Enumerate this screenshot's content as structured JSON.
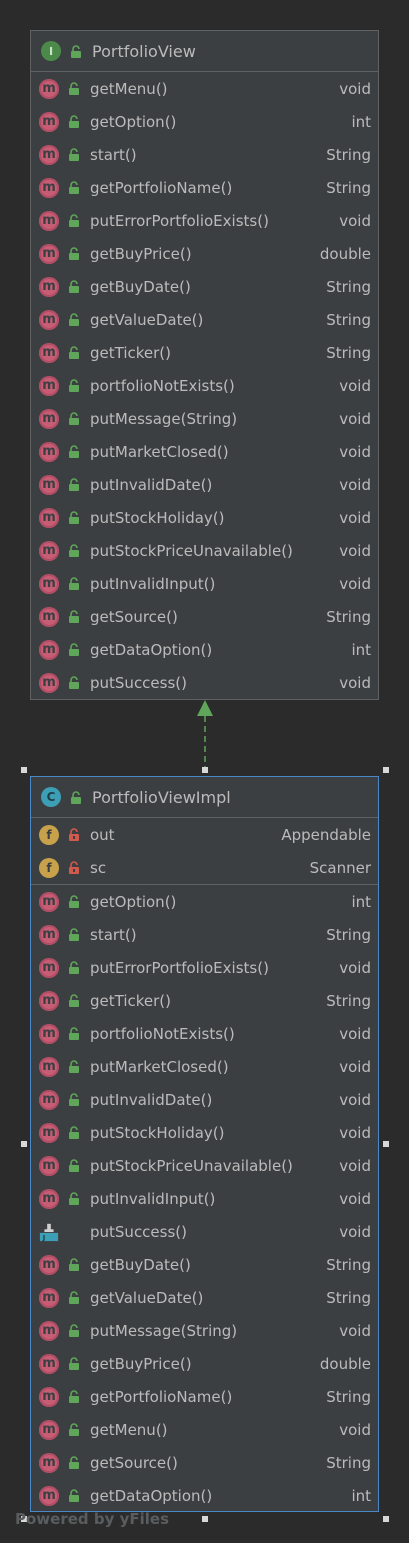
{
  "interface_box": {
    "kind_letter": "I",
    "title": "PortfolioView",
    "methods": [
      {
        "name": "getMenu()",
        "type": "void"
      },
      {
        "name": "getOption()",
        "type": "int"
      },
      {
        "name": "start()",
        "type": "String"
      },
      {
        "name": "getPortfolioName()",
        "type": "String"
      },
      {
        "name": "putErrorPortfolioExists()",
        "type": "void"
      },
      {
        "name": "getBuyPrice()",
        "type": "double"
      },
      {
        "name": "getBuyDate()",
        "type": "String"
      },
      {
        "name": "getValueDate()",
        "type": "String"
      },
      {
        "name": "getTicker()",
        "type": "String"
      },
      {
        "name": "portfolioNotExists()",
        "type": "void"
      },
      {
        "name": "putMessage(String)",
        "type": "void"
      },
      {
        "name": "putMarketClosed()",
        "type": "void"
      },
      {
        "name": "putInvalidDate()",
        "type": "void"
      },
      {
        "name": "putStockHoliday()",
        "type": "void"
      },
      {
        "name": "putStockPriceUnavailable()",
        "type": "void"
      },
      {
        "name": "putInvalidInput()",
        "type": "void"
      },
      {
        "name": "getSource()",
        "type": "String"
      },
      {
        "name": "getDataOption()",
        "type": "int"
      },
      {
        "name": "putSuccess()",
        "type": "void"
      }
    ]
  },
  "class_box": {
    "kind_letter": "C",
    "title": "PortfolioViewImpl",
    "fields": [
      {
        "name": "out",
        "type": "Appendable"
      },
      {
        "name": "sc",
        "type": "Scanner"
      }
    ],
    "methods": [
      {
        "name": "getOption()",
        "type": "int",
        "icon": "method-icon"
      },
      {
        "name": "start()",
        "type": "String",
        "icon": "method-icon"
      },
      {
        "name": "putErrorPortfolioExists()",
        "type": "void",
        "icon": "method-icon"
      },
      {
        "name": "getTicker()",
        "type": "String",
        "icon": "method-icon"
      },
      {
        "name": "portfolioNotExists()",
        "type": "void",
        "icon": "method-icon"
      },
      {
        "name": "putMarketClosed()",
        "type": "void",
        "icon": "method-icon"
      },
      {
        "name": "putInvalidDate()",
        "type": "void",
        "icon": "method-icon"
      },
      {
        "name": "putStockHoliday()",
        "type": "void",
        "icon": "method-icon"
      },
      {
        "name": "putStockPriceUnavailable()",
        "type": "void",
        "icon": "method-icon"
      },
      {
        "name": "putInvalidInput()",
        "type": "void",
        "icon": "method-icon"
      },
      {
        "name": "putSuccess()",
        "type": "void",
        "icon": "test-method-icon"
      },
      {
        "name": "getBuyDate()",
        "type": "String",
        "icon": "method-icon"
      },
      {
        "name": "getValueDate()",
        "type": "String",
        "icon": "method-icon"
      },
      {
        "name": "putMessage(String)",
        "type": "void",
        "icon": "method-icon"
      },
      {
        "name": "getBuyPrice()",
        "type": "double",
        "icon": "method-icon"
      },
      {
        "name": "getPortfolioName()",
        "type": "String",
        "icon": "method-icon"
      },
      {
        "name": "getMenu()",
        "type": "void",
        "icon": "method-icon"
      },
      {
        "name": "getSource()",
        "type": "String",
        "icon": "method-icon"
      },
      {
        "name": "getDataOption()",
        "type": "int",
        "icon": "method-icon"
      }
    ]
  },
  "footer": "Powered by yFiles",
  "colors": {
    "background": "#2b2b2b",
    "box": "#3c3f41",
    "border": "#5f6163",
    "selected_border": "#4a88c7",
    "method_icon": "#c75d75",
    "field_icon": "#c8a24a",
    "interface_icon": "#4c8a4a",
    "class_icon": "#3d9fb5",
    "public_lock": "#5fa55a",
    "private_lock": "#d05a4c",
    "arrow": "#5fa55a"
  }
}
